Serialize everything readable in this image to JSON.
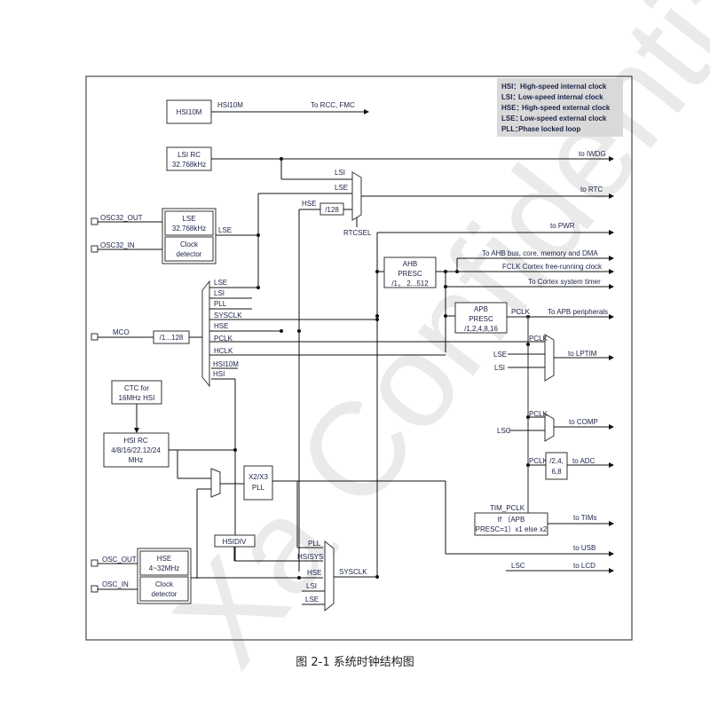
{
  "legend": {
    "items": [
      {
        "abbr": "HSI：",
        "desc": "High-speed internal clock"
      },
      {
        "abbr": "LSI：",
        "desc": "Low-speed internal clock"
      },
      {
        "abbr": "HSE：",
        "desc": "High-speed external clock"
      },
      {
        "abbr": "LSE：",
        "desc": "Low-speed external clock"
      },
      {
        "abbr": "PLL：",
        "desc": "Phase locked loop"
      }
    ]
  },
  "blocks": {
    "hsi10m": "HSI10M",
    "lsi_rc": [
      "LSI RC",
      "32.768kHz"
    ],
    "lse_osc": [
      "LSE",
      "32.768kHz"
    ],
    "lse_detector": [
      "Clock",
      "detector"
    ],
    "div128": "/128",
    "ahb_presc": [
      "AHB",
      "PRESC",
      "/1， 2...512"
    ],
    "apb_presc": [
      "APB",
      "PRESC",
      "/1,2,4,8,16"
    ],
    "mco_div": "/1...128",
    "ctc": [
      "CTC for",
      "16MHz HSI"
    ],
    "hsi_rc": [
      "HSI RC",
      "4/8/16/22.12/24",
      "MHz"
    ],
    "pll": [
      "X2/X3",
      "PLL"
    ],
    "hsidiv": "HSIDIV",
    "hse_osc": [
      "HSE",
      "4~32MHz"
    ],
    "hse_detector": [
      "Clock",
      "detector"
    ],
    "adc_div": [
      "/2,4,",
      "6,8"
    ],
    "tim_mult": [
      "If （APB",
      "PRESC=1）x1 else x2"
    ]
  },
  "pins": {
    "osc32_out": "OSC32_OUT",
    "osc32_in": "OSC32_IN",
    "mco": "MCO",
    "osc_out": "OSC_OUT",
    "osc_in": "OSC_IN"
  },
  "signals": {
    "hsi10m": "HSI10M",
    "to_rcc_fmc": "To RCC, FMC",
    "to_iwdg": "to IWDG",
    "rtc_lsi": "LSI",
    "rtc_lse": "LSE",
    "rtc_hse": "HSE",
    "to_rtc": "to RTC",
    "rtcsel": "RTCSEL",
    "lse_out": "LSE",
    "to_pwr": "to PWR",
    "to_ahb": "To AHB bus, core, memory and DMA",
    "fclk": "FCLK Cortex free-running clock",
    "to_systick": "To Cortex system timer",
    "pclk": "PCLK",
    "to_apb": "To APB peripherals",
    "lptim_pclk": "PCLK",
    "lptim_lse": "LSE",
    "lptim_lsi": "LSI",
    "to_lptim": "to LPTIM",
    "comp_pclk": "PCLK",
    "comp_lsc": "LSC",
    "to_comp": "to COMP",
    "adc_pclk": "PCLK",
    "to_adc": "to ADC",
    "tim_pclk": "TIM_PCLK",
    "to_tims": "to TIMs",
    "to_usb": "to USB",
    "lcd_lsc": "LSC",
    "to_lcd": "to LCD",
    "sysclk": "SYSCLK"
  },
  "mco_mux_inputs": [
    "LSE",
    "LSI",
    "PLL",
    "SYSCLK",
    "HSE",
    "PCLK",
    "HCLK",
    "HSI10M",
    "HSI"
  ],
  "sys_mux_inputs": [
    "PLL",
    "HSISYS",
    "HSE",
    "LSI",
    "LSE"
  ],
  "watermark": "Xa Confidential",
  "caption": "图 2-1 系统时钟结构图"
}
